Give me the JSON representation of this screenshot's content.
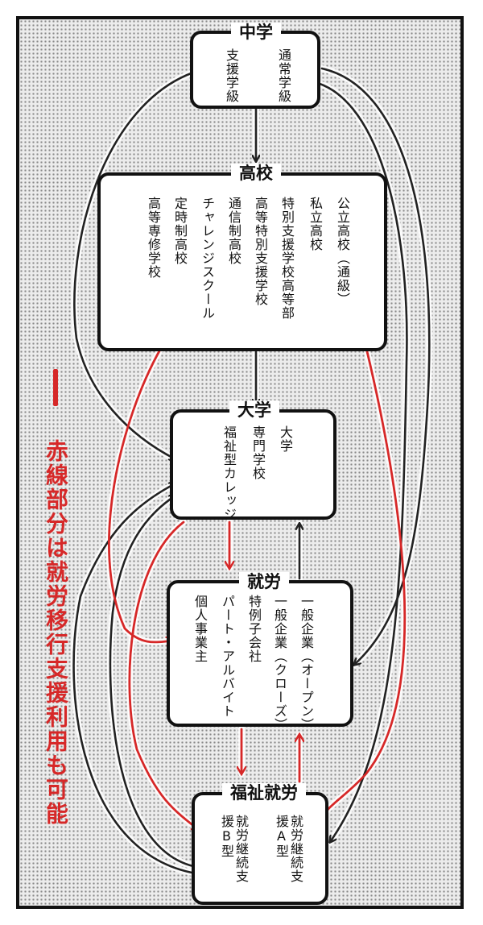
{
  "colors": {
    "red_route": "#d62828",
    "black_route": "#222222",
    "background": "#ececec"
  },
  "nodes": {
    "middle_school": {
      "title": "中学",
      "lines": [
        "通常学級",
        "支援学級"
      ]
    },
    "high_school": {
      "title": "高校",
      "lines": [
        "公立高校（通級）",
        "私立高校",
        "特別支援学校高等部",
        "高等特別支援学校",
        "通信制高校",
        "チャレンジスクール",
        "定時制高校",
        "高等専修学校"
      ]
    },
    "university": {
      "title": "大学",
      "lines": [
        "大学",
        "専門学校",
        "福祉型カレッジ"
      ]
    },
    "employment": {
      "title": "就労",
      "lines": [
        "一般企業（オープン）",
        "一般企業（クローズ）",
        "特例子会社",
        "パート・アルバイト",
        "個人事業主"
      ]
    },
    "welfare_work": {
      "title": "福祉就労",
      "lines": [
        "就労継続支援A型",
        "就労継続支援B型"
      ]
    }
  },
  "legend": {
    "note": "赤線部分は就労移行支援利用も可能"
  }
}
